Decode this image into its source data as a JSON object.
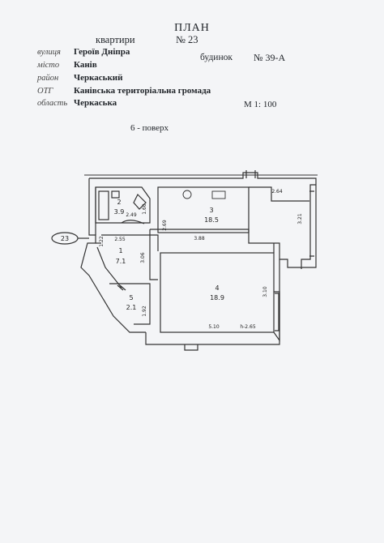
{
  "header": {
    "title": "ПЛАН",
    "subtitle": "квартири",
    "apartment_no": "№ 23"
  },
  "address": [
    {
      "label": "вулиця",
      "value": "Героїв Дніпра"
    },
    {
      "label": "місто",
      "value": "Канів"
    },
    {
      "label": "район",
      "value": "Черкаський"
    },
    {
      "label": "ОТГ",
      "value": "Канівська територіальна громада"
    },
    {
      "label": "область",
      "value": "Черкаська"
    }
  ],
  "building": {
    "label": "будинок",
    "number": "№ 39-А"
  },
  "scale": "М 1: 100",
  "floor": "6 -  поверх",
  "plan": {
    "apartment_tag": "23",
    "rooms": [
      {
        "id": "2",
        "area": "3.9"
      },
      {
        "id": "3",
        "area": "18.5"
      },
      {
        "id": "1",
        "area": "7.1"
      },
      {
        "id": "4",
        "area": "18.9"
      },
      {
        "id": "5",
        "area": "2.1"
      }
    ],
    "dimensions": [
      "2.64",
      "3.21",
      "2.49",
      "1.60",
      "2.69",
      "2.55",
      "3.88",
      "1.22",
      "3.06",
      "3.10",
      "1.92",
      "5.10"
    ],
    "height": "h-2.65"
  }
}
